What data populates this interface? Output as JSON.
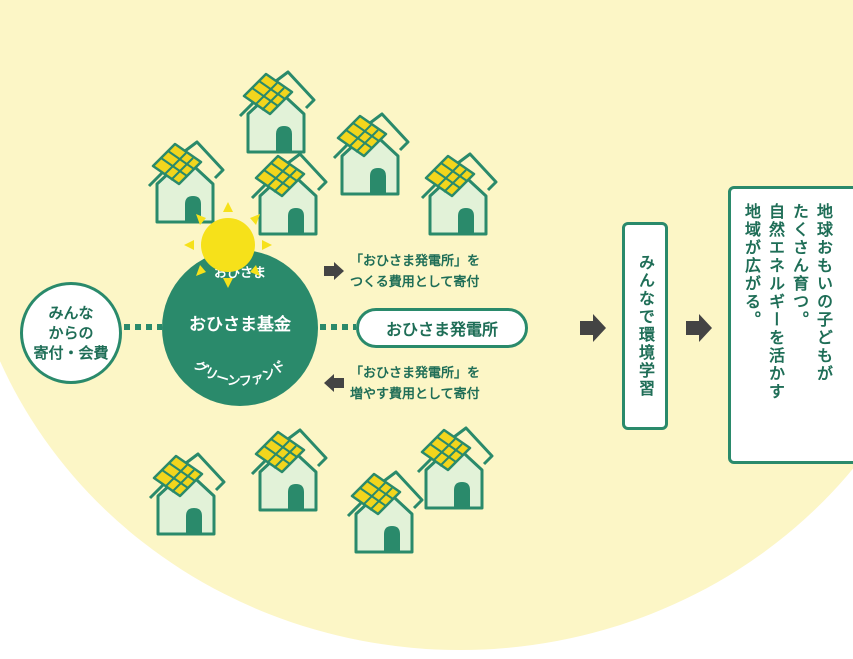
{
  "donor_circle": {
    "line1": "みんな",
    "line2": "からの",
    "line3": "寄付・会費"
  },
  "fund": {
    "top_label": "おひさま",
    "main_label": "おひさま基金",
    "bottom_label": "グリーンファンド"
  },
  "notes": {
    "upper_line1": "「おひさま発電所」を",
    "upper_line2": "つくる費用として寄付",
    "lower_line1": "「おひさま発電所」を",
    "lower_line2": "増やす費用として寄付"
  },
  "plant_label": "おひさま発電所",
  "learning_label": "みんなで環境学習",
  "result": {
    "col1": "地球おもいの子どもが",
    "col2": "たくさん育つ。",
    "col3": "自然エネルギーを活かす",
    "col4": "地域が広がる。"
  },
  "colors": {
    "accent_green": "#2a8a6b",
    "background_yellow": "#fcf6c6",
    "house_green": "#e2f2d8",
    "panel_yellow": "#f2d51d",
    "sun_yellow": "#f6e11a",
    "arrow_gray": "#444444"
  }
}
